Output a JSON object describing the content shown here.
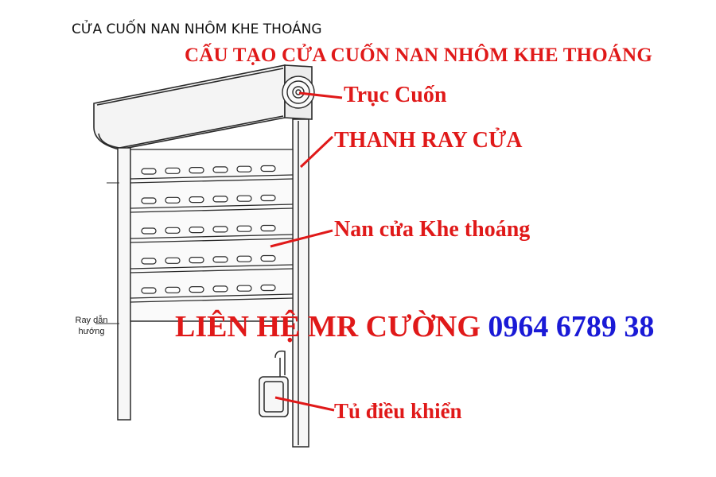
{
  "caption": "CỬA CUỐN NAN NHÔM KHE THOÁNG",
  "title": "CẤU TẠO CỬA CUỐN NAN NHÔM KHE THOÁNG",
  "labels": {
    "roller_shaft": "Trục Cuốn",
    "door_rail": "THANH RAY CỬA",
    "vent_slat": "Nan cửa Khe thoáng",
    "control_box": "Tủ điều khiển",
    "guide_rail_line1": "Ray dẫn",
    "guide_rail_line2": "hướng"
  },
  "contact": {
    "text": "LIÊN HỆ MR CƯỜNG",
    "phone": "0964 6789 38"
  },
  "colors": {
    "label_red": "#e01919",
    "phone_blue": "#1a1ad6",
    "line_dark": "#2a2a2a"
  }
}
